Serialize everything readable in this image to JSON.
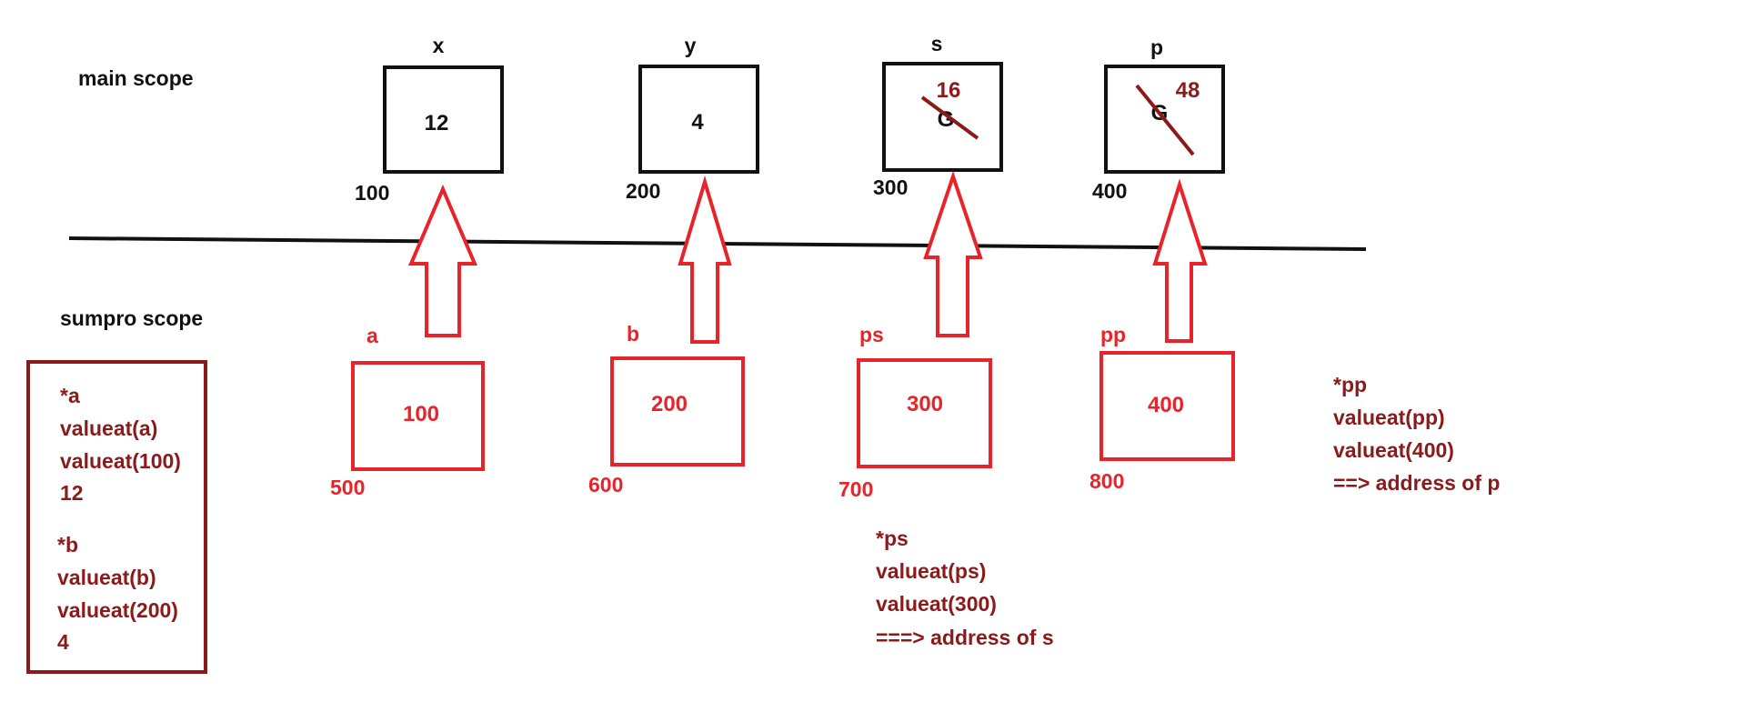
{
  "colors": {
    "main_box_stroke": "#111111",
    "pointer_box_stroke": "#e8242b",
    "pointer_text": "#e8242b",
    "annotation_text": "#8b1a1a",
    "arrow": "#e8242b",
    "scope_line": "#111111"
  },
  "main_scope": {
    "label": "main scope",
    "variables": [
      {
        "name": "x",
        "value": "12",
        "address": "100"
      },
      {
        "name": "y",
        "value": "4",
        "address": "200"
      },
      {
        "name": "s",
        "old_value": "G",
        "new_value": "16",
        "address": "300"
      },
      {
        "name": "p",
        "old_value": "G",
        "new_value": "48",
        "address": "400"
      }
    ]
  },
  "sumpro_scope": {
    "label": "sumpro scope",
    "pointers": [
      {
        "name": "a",
        "value": "100",
        "address": "500"
      },
      {
        "name": "b",
        "value": "200",
        "address": "600"
      },
      {
        "name": "ps",
        "value": "300",
        "address": "700"
      },
      {
        "name": "pp",
        "value": "400",
        "address": "800"
      }
    ]
  },
  "notes": {
    "deref_box": [
      "*a",
      "valueat(a)",
      "valueat(100)",
      "12",
      "*b",
      "valueat(b)",
      "valueat(200)",
      "4"
    ],
    "ps_note": [
      "*ps",
      "valueat(ps)",
      "valueat(300)",
      "===> address of s"
    ],
    "pp_note": [
      "*pp",
      "valueat(pp)",
      "valueat(400)",
      "==> address of p"
    ]
  }
}
